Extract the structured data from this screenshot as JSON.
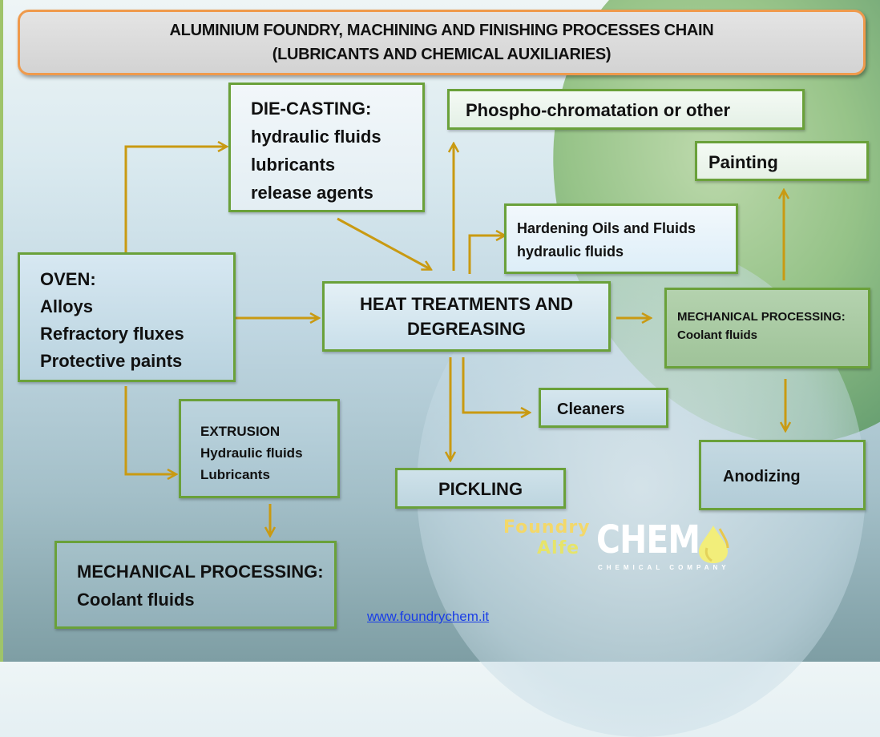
{
  "title": {
    "line1": "ALUMINIUM FOUNDRY, MACHINING AND FINISHING PROCESSES CHAIN",
    "line2": "(LUBRICANTS AND CHEMICAL AUXILIARIES)"
  },
  "nodes": {
    "oven": {
      "lines": [
        "OVEN:",
        "Alloys",
        "Refractory fluxes",
        "Protective paints"
      ]
    },
    "die_casting": {
      "lines": [
        "DIE-CASTING:",
        "hydraulic fluids",
        "lubricants",
        "release agents"
      ]
    },
    "phospho": {
      "lines": [
        "Phospho-chromatation or other"
      ]
    },
    "painting": {
      "lines": [
        "Painting"
      ]
    },
    "hardening": {
      "lines": [
        "Hardening Oils and Fluids",
        "hydraulic fluids"
      ]
    },
    "heat_treatments": {
      "lines": [
        "HEAT TREATMENTS AND",
        "DEGREASING"
      ]
    },
    "mechanical_right": {
      "lines": [
        "MECHANICAL PROCESSING:",
        "Coolant fluids"
      ]
    },
    "cleaners": {
      "lines": [
        "Cleaners"
      ]
    },
    "anodizing": {
      "lines": [
        "Anodizing"
      ]
    },
    "pickling": {
      "lines": [
        "PICKLING"
      ]
    },
    "extrusion": {
      "lines": [
        "EXTRUSION",
        "Hydraulic fluids",
        "Lubricants"
      ]
    },
    "mechanical_left": {
      "lines": [
        "MECHANICAL PROCESSING:",
        "Coolant fluids"
      ]
    }
  },
  "edges": [
    {
      "from": "oven",
      "to": "die_casting"
    },
    {
      "from": "oven",
      "to": "heat_treatments"
    },
    {
      "from": "oven",
      "to": "extrusion"
    },
    {
      "from": "die_casting",
      "to": "heat_treatments"
    },
    {
      "from": "heat_treatments",
      "to": "phospho"
    },
    {
      "from": "heat_treatments",
      "to": "hardening"
    },
    {
      "from": "heat_treatments",
      "to": "mechanical_right"
    },
    {
      "from": "heat_treatments",
      "to": "cleaners"
    },
    {
      "from": "heat_treatments",
      "to": "pickling"
    },
    {
      "from": "mechanical_right",
      "to": "painting"
    },
    {
      "from": "mechanical_right",
      "to": "anodizing"
    },
    {
      "from": "extrusion",
      "to": "mechanical_left"
    }
  ],
  "logo": {
    "word1": "Foundry",
    "word2": "Alfe",
    "brand": "CHEM",
    "tagline": "CHEMICAL COMPANY"
  },
  "website": "www.foundrychem.it",
  "colors": {
    "title_border": "#ef9a4c",
    "box_border": "#6aa13a",
    "arrow": "#c99a12",
    "link": "#1a3ee6"
  }
}
